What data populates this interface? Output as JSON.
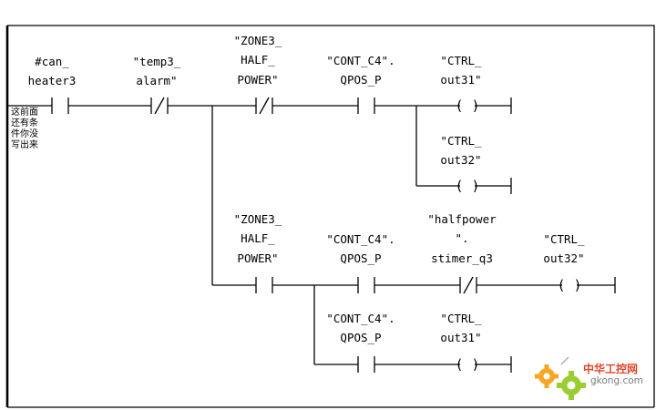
{
  "diagram": {
    "note_lines": [
      "这前面",
      "还有条",
      "件你没",
      "写出来"
    ],
    "rung1": {
      "contact_can_heater3": [
        "#can_",
        "heater3"
      ],
      "contact_temp3_alarm": [
        "\"temp3_",
        "alarm\""
      ],
      "contact_zone3_half_power": [
        "\"ZONE3_",
        "HALF_",
        "POWER\""
      ],
      "contact_cont_c4_qpos_p": [
        "\"CONT_C4\".",
        "QPOS_P"
      ],
      "coil_ctrl_out31": [
        "\"CTRL_",
        "out31\""
      ],
      "coil_ctrl_out32": [
        "\"CTRL_",
        "out32\""
      ]
    },
    "rung2": {
      "contact_zone3_half_power": [
        "\"ZONE3_",
        "HALF_",
        "POWER\""
      ],
      "contact_cont_c4_qpos_p": [
        "\"CONT_C4\".",
        "QPOS_P"
      ],
      "contact_halfpower_stimer": [
        "\"halfpower",
        "\".",
        "stimer_q3"
      ],
      "coil_ctrl_out32": [
        "\"CTRL_",
        "out32\""
      ],
      "contact_cont_c4_qpos_p_branch": [
        "\"CONT_C4\".",
        "QPOS_P"
      ],
      "coil_ctrl_out31_branch": [
        "\"CTRL_",
        "out31\""
      ]
    }
  },
  "watermark": {
    "cn_text": "中华工控网",
    "en_text": "gkong.com",
    "icon": "gear-logo-icon",
    "colors": {
      "gear_orange": "#f5a623",
      "gear_green": "#9acd32",
      "cn_red": "#e0452a"
    }
  }
}
